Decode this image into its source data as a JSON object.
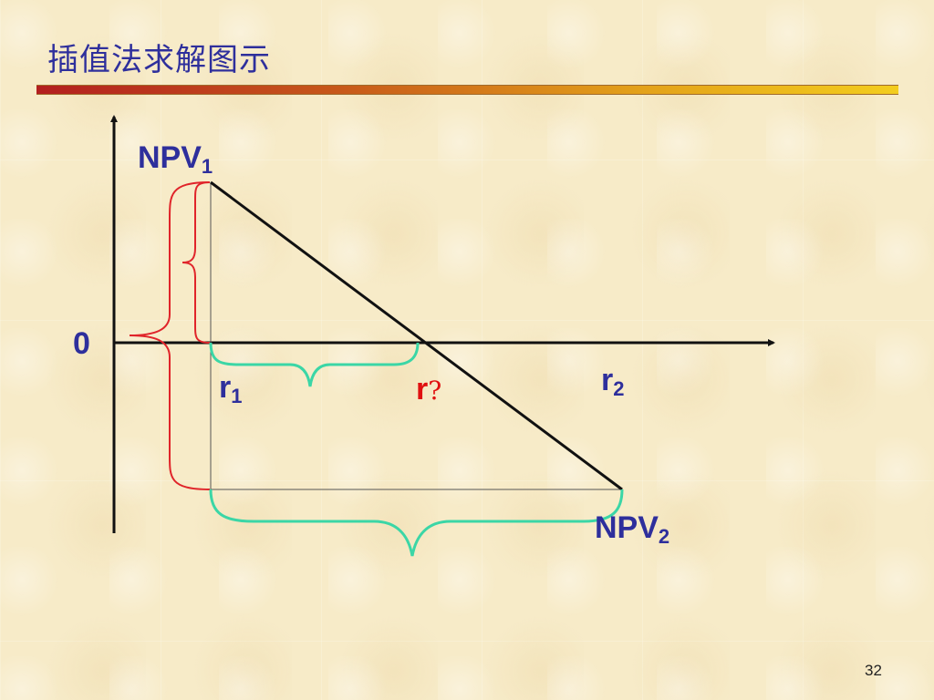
{
  "slide": {
    "title": "插值法求解图示",
    "page_number": "32"
  },
  "diagram": {
    "origin_label": "0",
    "npv1_label": "NPV",
    "npv1_sub": "1",
    "npv2_label": "NPV",
    "npv2_sub": "2",
    "r1_label": "r",
    "r1_sub": "1",
    "r2_label": "r",
    "r2_sub": "2",
    "r_unknown_label": "r",
    "r_unknown_mark": "?",
    "colors": {
      "axis": "#111111",
      "label": "#2e2f9c",
      "unknown": "#e01010",
      "red_brace": "#e0242a",
      "teal_brace": "#3bd6a6",
      "title_bar_start": "#b31f1f",
      "title_bar_end": "#f3cd1e"
    }
  }
}
